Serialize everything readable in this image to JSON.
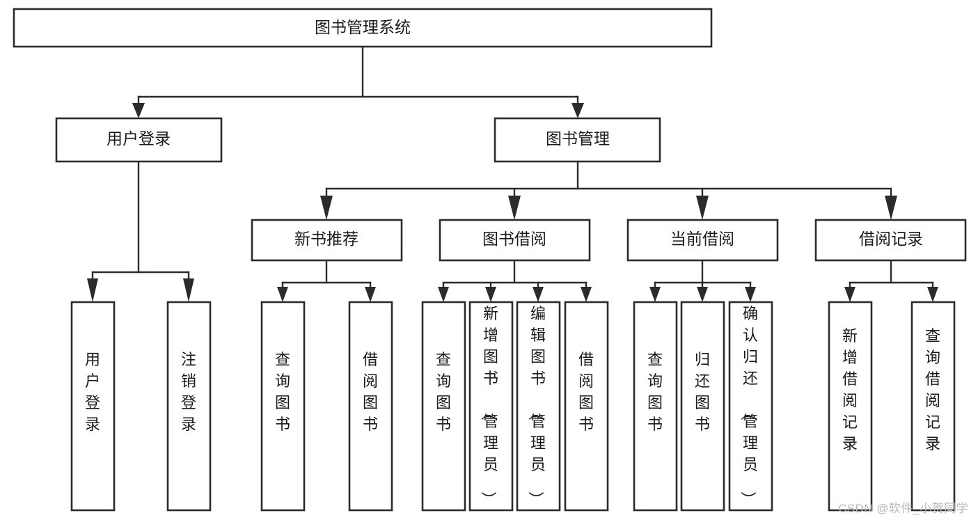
{
  "diagram": {
    "type": "tree",
    "title": "图书管理系统",
    "watermark": "CSDN @软件_小贺同学",
    "colors": {
      "stroke": "#2b2b2b",
      "fill": "#ffffff",
      "text": "#1a1a1a",
      "watermark": "#b9b9b9"
    },
    "root": {
      "label": "图书管理系统",
      "orientation": "horizontal"
    },
    "level2": [
      {
        "label": "用户登录",
        "orientation": "horizontal"
      },
      {
        "label": "图书管理",
        "orientation": "horizontal"
      }
    ],
    "level3": [
      {
        "label": "新书推荐",
        "orientation": "horizontal"
      },
      {
        "label": "图书借阅",
        "orientation": "horizontal"
      },
      {
        "label": "当前借阅",
        "orientation": "horizontal"
      },
      {
        "label": "借阅记录",
        "orientation": "horizontal"
      }
    ],
    "leaves": {
      "user_login": [
        {
          "label": "用户登录",
          "orientation": "vertical"
        },
        {
          "label": "注销登录",
          "orientation": "vertical"
        }
      ],
      "new_book_recommend": [
        {
          "label": "查询图书",
          "orientation": "vertical"
        },
        {
          "label": "借阅图书",
          "orientation": "vertical"
        }
      ],
      "book_borrow": [
        {
          "label": "查询图书",
          "orientation": "vertical"
        },
        {
          "label": "新增图书（管理员）",
          "orientation": "vertical"
        },
        {
          "label": "编辑图书（管理员）",
          "orientation": "vertical"
        },
        {
          "label": "借阅图书",
          "orientation": "vertical"
        }
      ],
      "current_borrow": [
        {
          "label": "查询图书",
          "orientation": "vertical"
        },
        {
          "label": "归还图书",
          "orientation": "vertical"
        },
        {
          "label": "确认归还（管理员）",
          "orientation": "vertical"
        }
      ],
      "borrow_record": [
        {
          "label": "新增借阅记录",
          "orientation": "vertical"
        },
        {
          "label": "查询借阅记录",
          "orientation": "vertical"
        }
      ]
    }
  }
}
